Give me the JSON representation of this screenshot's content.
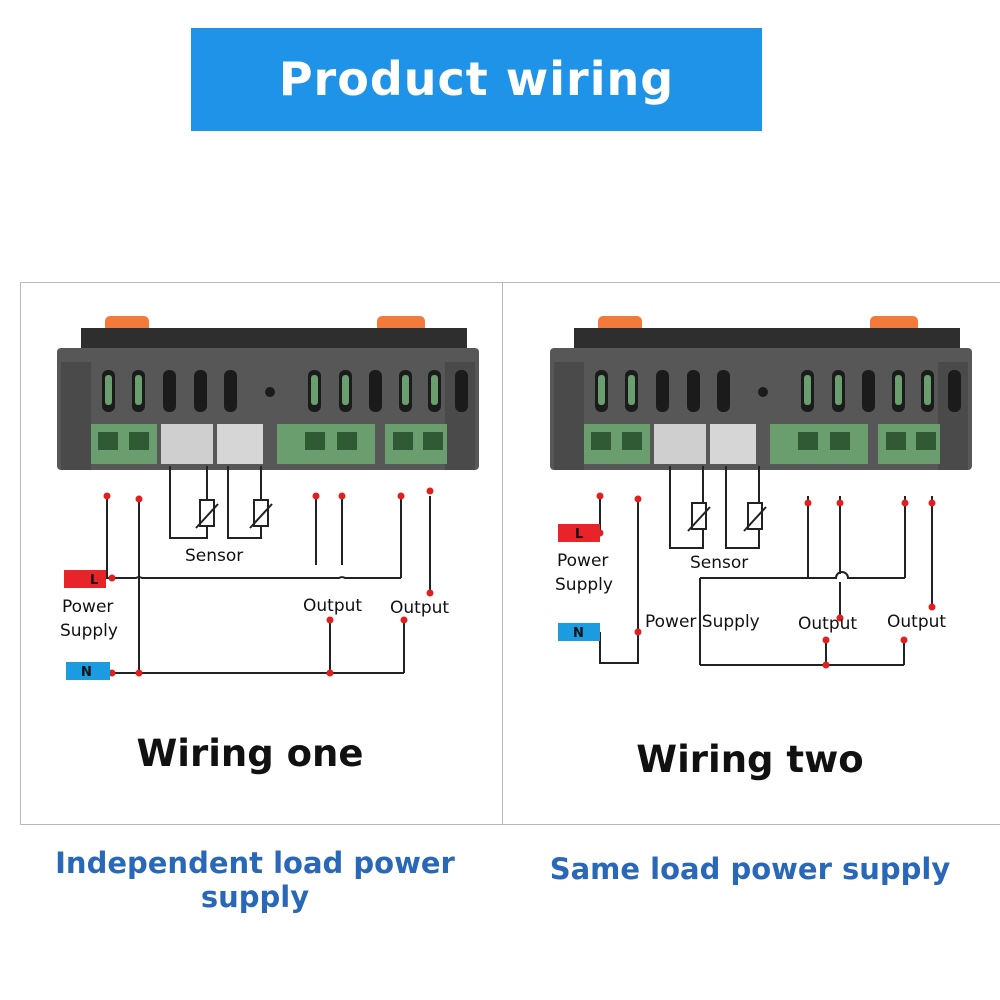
{
  "title": "Product wiring method",
  "colors": {
    "banner": "#1f93e8",
    "live_tag": "#e8242a",
    "neutral_tag": "#1c9ce0",
    "terminal_green": "#6a9e6e",
    "housing": "#555555",
    "wire": "#222222",
    "junction": "#e02020",
    "orange_clip": "#f37a3a",
    "subcaption": "#2968b8"
  },
  "diagram_one": {
    "caption": "Wiring one",
    "subcaption": "Independent load power supply",
    "live_tag": "L",
    "neutral_tag": "N",
    "power_label_line1": "Power",
    "power_label_line2": "Supply",
    "sensor_label": "Sensor",
    "output1_label": "Output",
    "output2_label": "Output"
  },
  "diagram_two": {
    "caption": "Wiring two",
    "subcaption": "Same load power supply",
    "live_tag": "L",
    "neutral_tag": "N",
    "power_label_line1": "Power",
    "power_label_line2": "Supply",
    "sensor_label": "Sensor",
    "load_power_label": "Power Supply",
    "output1_label": "Output",
    "output2_label": "Output"
  }
}
